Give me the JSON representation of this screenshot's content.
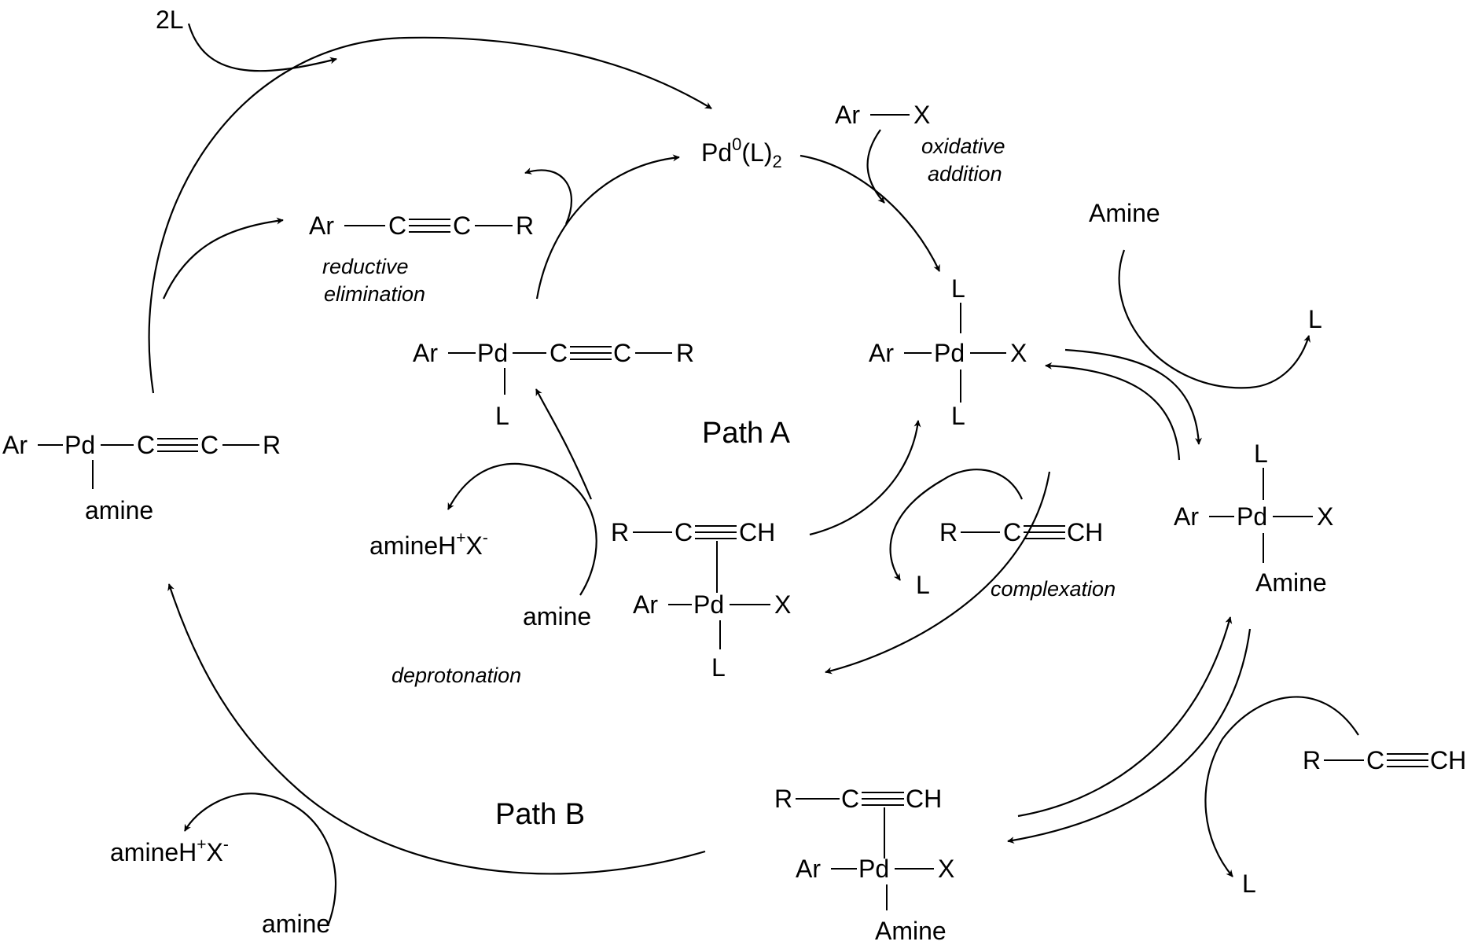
{
  "diagram": {
    "labels": {
      "ligand_in": "2L",
      "pd0": "Pd",
      "pd0_sup": "0",
      "pd0_tail": "(L)",
      "pd0_sub": "2",
      "arx": [
        "Ar",
        "X"
      ],
      "oxidative_addition": [
        "oxidative",
        "addition"
      ],
      "product": [
        "Ar",
        "C",
        "C",
        "R"
      ],
      "reductive_elimination": [
        "reductive",
        "elimination"
      ],
      "amine_reagent": "Amine",
      "L_released_top": "L",
      "complex_a": {
        "ar": "Ar",
        "pd": "Pd",
        "c1": "C",
        "c2": "C",
        "r": "R",
        "l": "L"
      },
      "complex_ox": {
        "ar": "Ar",
        "pd": "Pd",
        "x": "X",
        "l_top": "L",
        "l_bottom": "L"
      },
      "path_a": "Path A",
      "path_b": "Path B",
      "complex_left": {
        "ar": "Ar",
        "pd": "Pd",
        "c1": "C",
        "c2": "C",
        "r": "R",
        "amine": "amine"
      },
      "salt_a": {
        "base": "amineH",
        "sup1": "+",
        "mid": "X",
        "sup2": "-"
      },
      "amine_a": "amine",
      "deprotonation": "deprotonation",
      "pi_complex_a": {
        "r": "R",
        "c": "C",
        "ch": "CH",
        "ar": "Ar",
        "pd": "Pd",
        "x": "X",
        "l": "L"
      },
      "alkyne_mid": {
        "r": "R",
        "c": "C",
        "ch": "CH"
      },
      "L_mid": "L",
      "complexation": "complexation",
      "complex_amine": {
        "l": "L",
        "ar": "Ar",
        "pd": "Pd",
        "x": "X",
        "amine": "Amine"
      },
      "alkyne_right": {
        "r": "R",
        "c": "C",
        "ch": "CH"
      },
      "L_right": "L",
      "pi_complex_b": {
        "r": "R",
        "c": "C",
        "ch": "CH",
        "ar": "Ar",
        "pd": "Pd",
        "x": "X",
        "amine": "Amine"
      },
      "salt_b": {
        "base": "amineH",
        "sup1": "+",
        "mid": "X",
        "sup2": "-"
      },
      "amine_b": "amine"
    }
  }
}
